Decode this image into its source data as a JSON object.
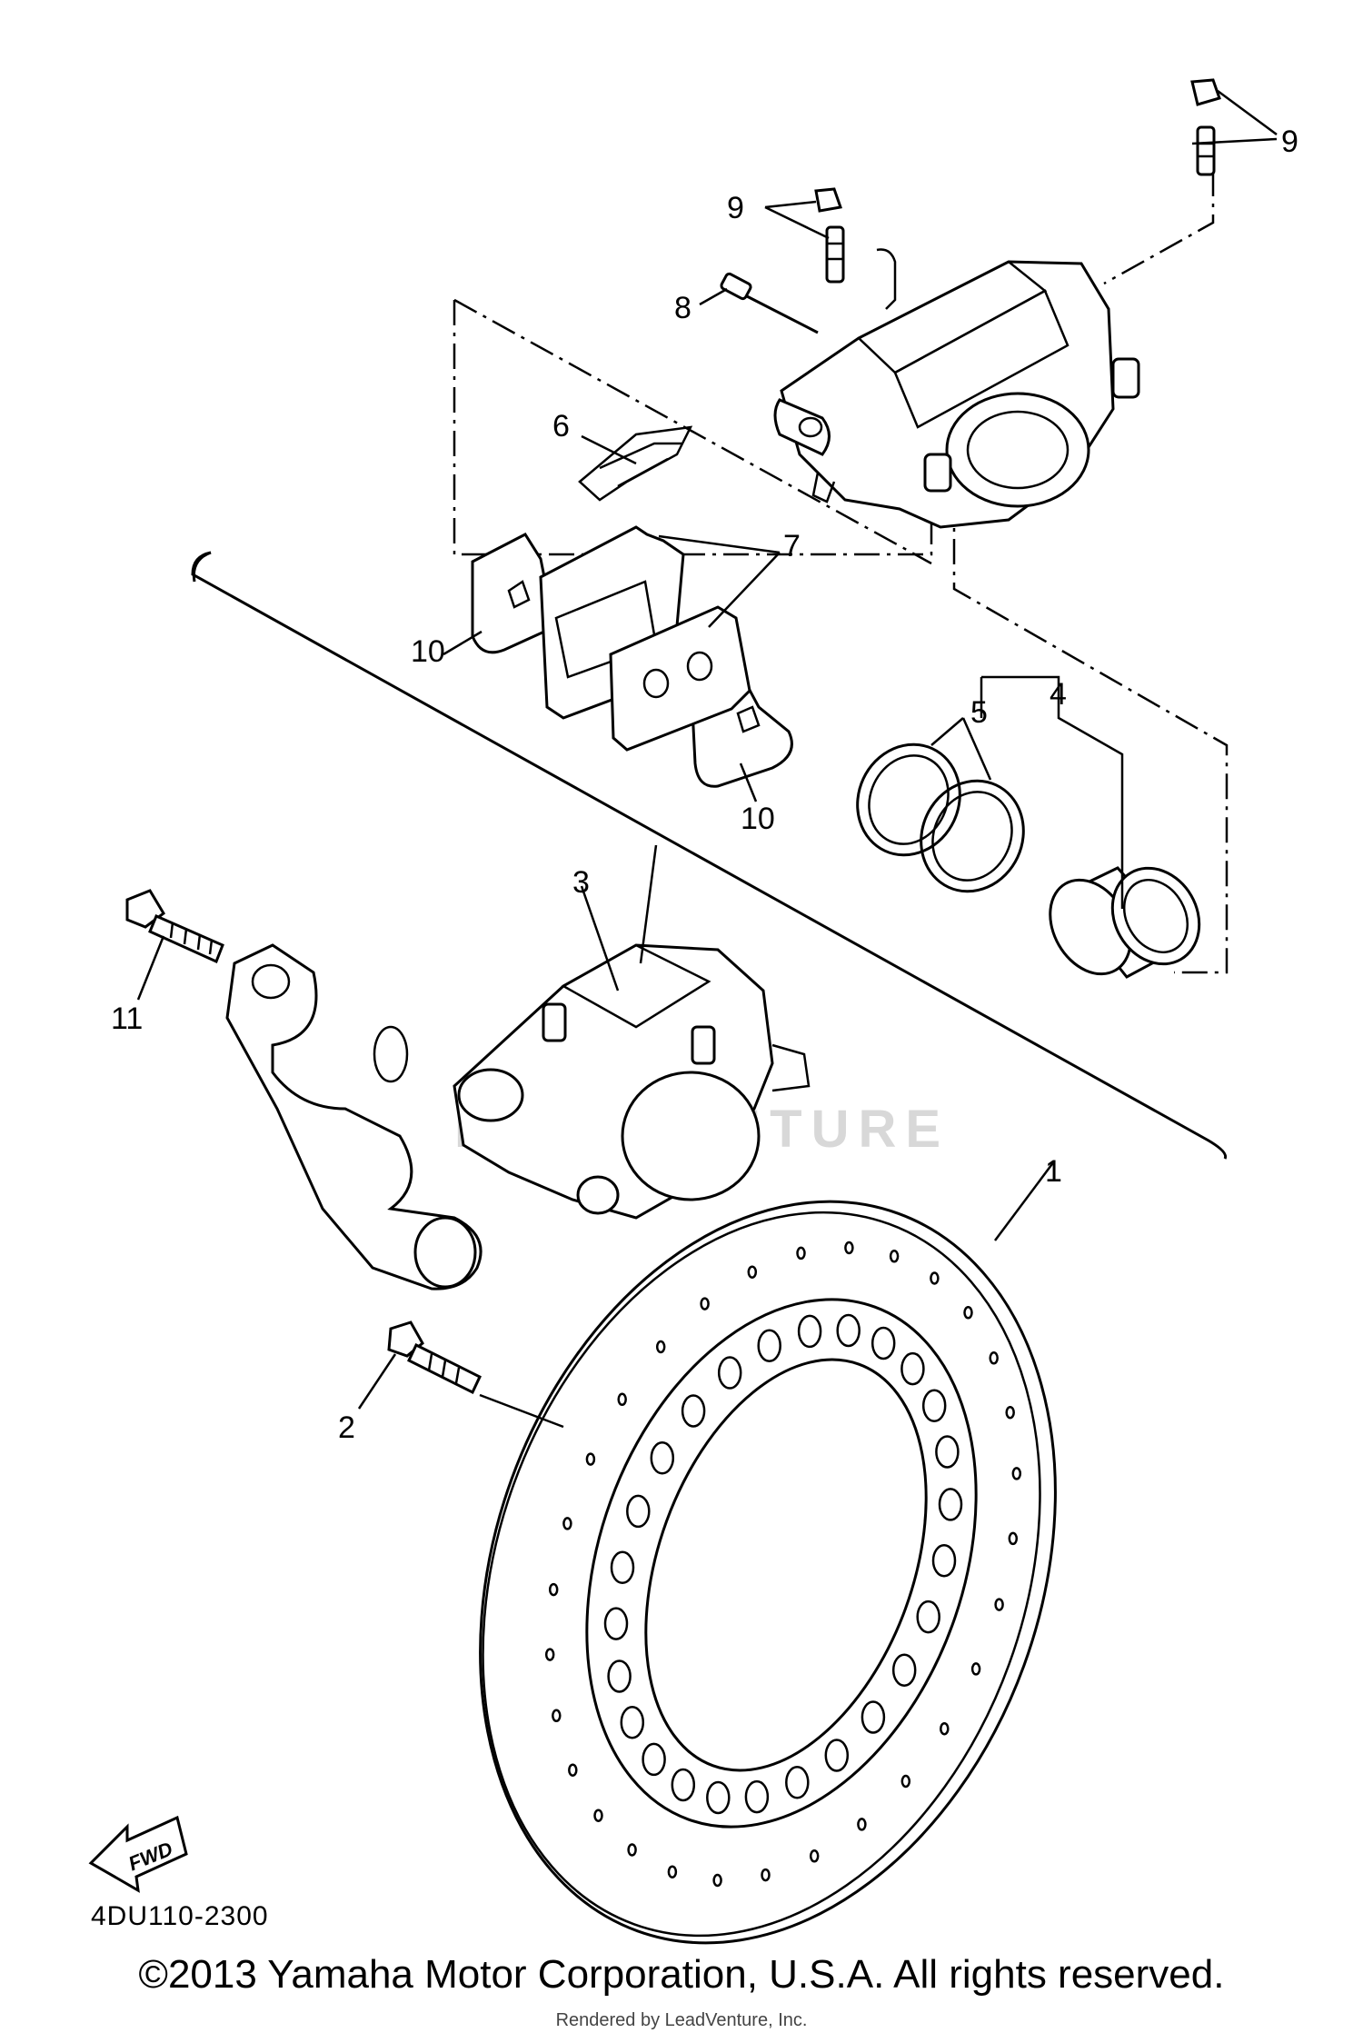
{
  "watermark": "LEADVENTURE",
  "callouts": [
    {
      "id": "c1",
      "text": "1"
    },
    {
      "id": "c2",
      "text": "2"
    },
    {
      "id": "c3",
      "text": "3"
    },
    {
      "id": "c4",
      "text": "4"
    },
    {
      "id": "c5",
      "text": "5"
    },
    {
      "id": "c6",
      "text": "6"
    },
    {
      "id": "c7",
      "text": "7"
    },
    {
      "id": "c8",
      "text": "8"
    },
    {
      "id": "c9a",
      "text": "9"
    },
    {
      "id": "c9b",
      "text": "9"
    },
    {
      "id": "c10a",
      "text": "10"
    },
    {
      "id": "c10b",
      "text": "10"
    },
    {
      "id": "c11",
      "text": "11"
    }
  ],
  "fwd_label": "FWD",
  "diagram_code": "4DU110-2300",
  "copyright": "©2013 Yamaha Motor Corporation, U.S.A. All rights reserved.",
  "rendered_by": "Rendered by LeadVenture, Inc."
}
